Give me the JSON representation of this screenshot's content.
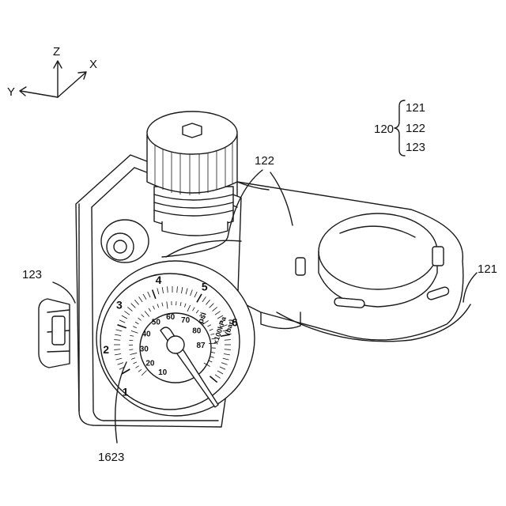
{
  "axes": {
    "z": "Z",
    "x": "X",
    "y": "Y"
  },
  "group": {
    "parent": "120",
    "members": [
      "121",
      "122",
      "123"
    ]
  },
  "callouts": {
    "part_122": "122",
    "part_121": "121",
    "part_123": "123",
    "part_1623": "1623"
  },
  "gauge": {
    "outer_scale": [
      "1",
      "2",
      "3",
      "4",
      "5",
      "6"
    ],
    "inner_scale": [
      "10",
      "20",
      "30",
      "40",
      "50",
      "60",
      "70",
      "80",
      "87"
    ],
    "unit_psi": "psi",
    "unit_kpa": "x100kPa",
    "unit_bar": "(bar)"
  }
}
